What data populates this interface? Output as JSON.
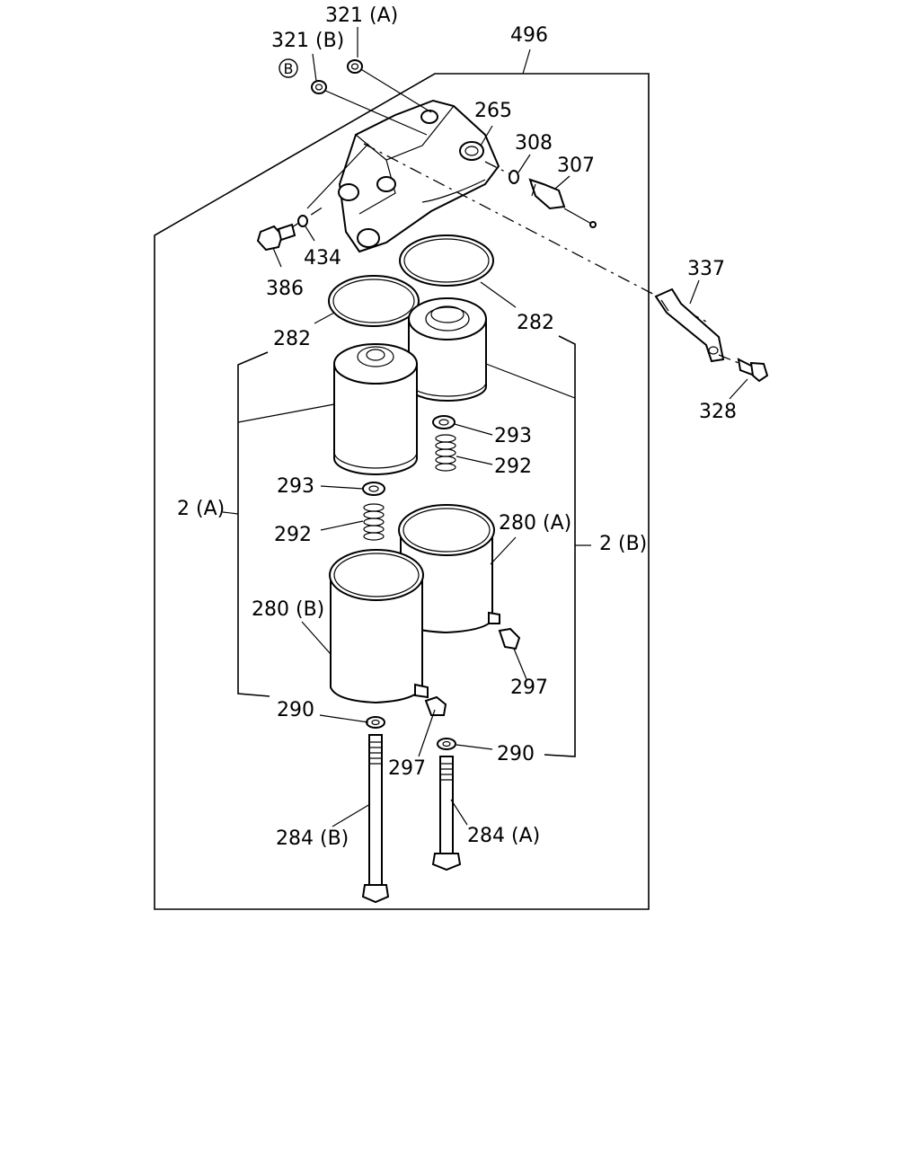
{
  "diagram": {
    "labels": {
      "l321a": "321 (A)",
      "l321b": "321 (B)",
      "lB": "B",
      "l496": "496",
      "l265": "265",
      "l308": "308",
      "l307": "307",
      "l434": "434",
      "l386": "386",
      "l337": "337",
      "l328": "328",
      "l282a": "282",
      "l282b": "282",
      "l293b": "293",
      "l292b": "292",
      "l293a": "293",
      "l292a": "292",
      "l2a": "2 (A)",
      "l2b": "2 (B)",
      "l280a": "280 (A)",
      "l280b": "280 (B)",
      "l297a": "297",
      "l297b": "297",
      "l290b": "290",
      "l290a": "290",
      "l284b": "284 (B)",
      "l284a": "284 (A)"
    }
  }
}
